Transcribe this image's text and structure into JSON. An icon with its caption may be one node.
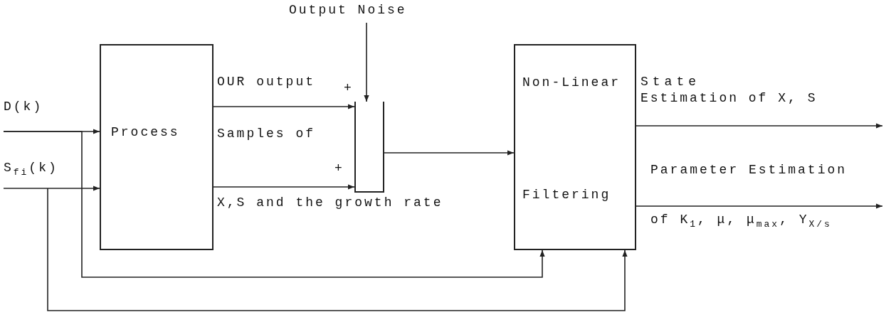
{
  "diagram": {
    "nodes": [
      {
        "text": [
          "D(k)"
        ]
      },
      {
        "text": [
          "S$_{fi}$(k)"
        ]
      },
      {
        "text": [
          "Process"
        ]
      },
      {
        "text": [],
        "shape": "box"
      },
      {
        "text": [
          "Non-Linear",
          "Filtering"
        ]
      },
      {
        "text": [
          "Output Noise"
        ]
      }
    ],
    "edges": [
      {
        "from": 0,
        "to": 2,
        "arrow": "to"
      },
      {
        "from": 1,
        "to": 2,
        "arrow": "to"
      },
      {
        "from": 2,
        "to": 3,
        "arrow": "to",
        "label": "OUR output"
      },
      {
        "from": 2,
        "to": 3,
        "arrow": "to"
      },
      {
        "from": 5,
        "to": 3,
        "arrow": "to"
      },
      {
        "from": 3,
        "to": 4,
        "arrow": "to"
      },
      {
        "from": 4,
        "to": null,
        "arrow": "to",
        "label": "State Estimation of X, S"
      },
      {
        "from": 4,
        "to": null,
        "arrow": "to"
      },
      {
        "from": 0,
        "to": 4,
        "arrow": "to"
      },
      {
        "from": 1,
        "to": 4,
        "arrow": "to"
      }
    ],
    "labels": [
      "+",
      "Samples of",
      "+",
      "X,S and the growth rate",
      "Parameter Estimation",
      "of K$_{1}$, μ, μ$_{max}$, Y$_{X/s}$"
    ]
  }
}
